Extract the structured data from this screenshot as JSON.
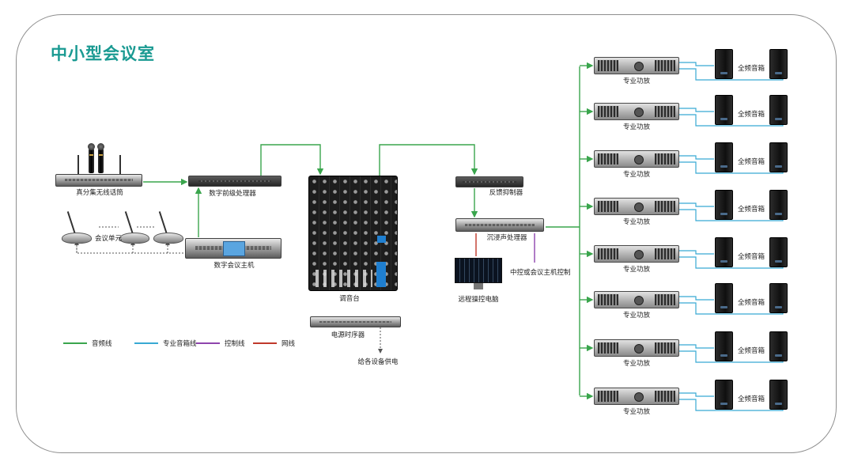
{
  "title": "中小型会议室",
  "colors": {
    "audio": "#3aa54d",
    "speaker": "#38a9d3",
    "control": "#8e44ad",
    "network": "#c0392b",
    "dashed": "#555555",
    "title": "#1a9a92"
  },
  "devices": {
    "wireless_mic": "真分集无线话筒",
    "digital_preproc": "数字前级处理器",
    "conf_unit": "会议单元",
    "conf_host": "数字会议主机",
    "mixer": "调音台",
    "feedback": "反馈抑制器",
    "immersive_proc": "沉浸声处理器",
    "remote_pc": "远程操控电脑",
    "central_control": "中控或会议主机控制",
    "power_seq": "电源时序器",
    "power_supply": "给各设备供电"
  },
  "amplifier_label": "专业功放",
  "speaker_label": "全频音箱",
  "legend": [
    {
      "label": "音频线",
      "color": "#3aa54d"
    },
    {
      "label": "专业音箱线",
      "color": "#38a9d3"
    },
    {
      "label": "控制线",
      "color": "#8e44ad"
    },
    {
      "label": "网线",
      "color": "#c0392b"
    }
  ]
}
